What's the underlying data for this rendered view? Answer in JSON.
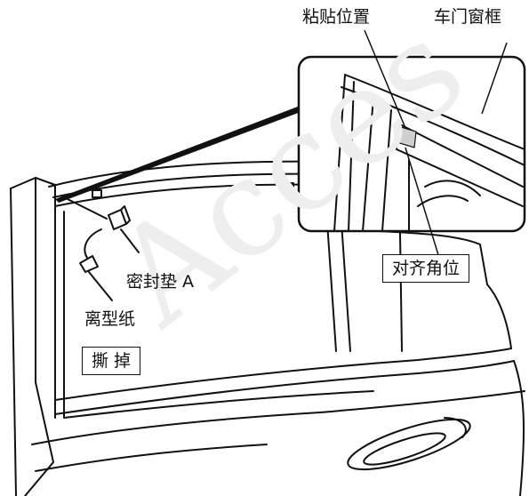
{
  "labels": {
    "paste_position": "粘贴位置",
    "door_frame": "车门窗框",
    "align_corner": "对齐角位",
    "seal_pad": "密封垫 A",
    "release_paper": "离型纸",
    "tear_off": "撕 掉"
  },
  "watermark": "Acces",
  "colors": {
    "line": "#111111",
    "fill": "#ffffff",
    "shade": "#cfcfcf",
    "watermark": "#eeeeee"
  }
}
